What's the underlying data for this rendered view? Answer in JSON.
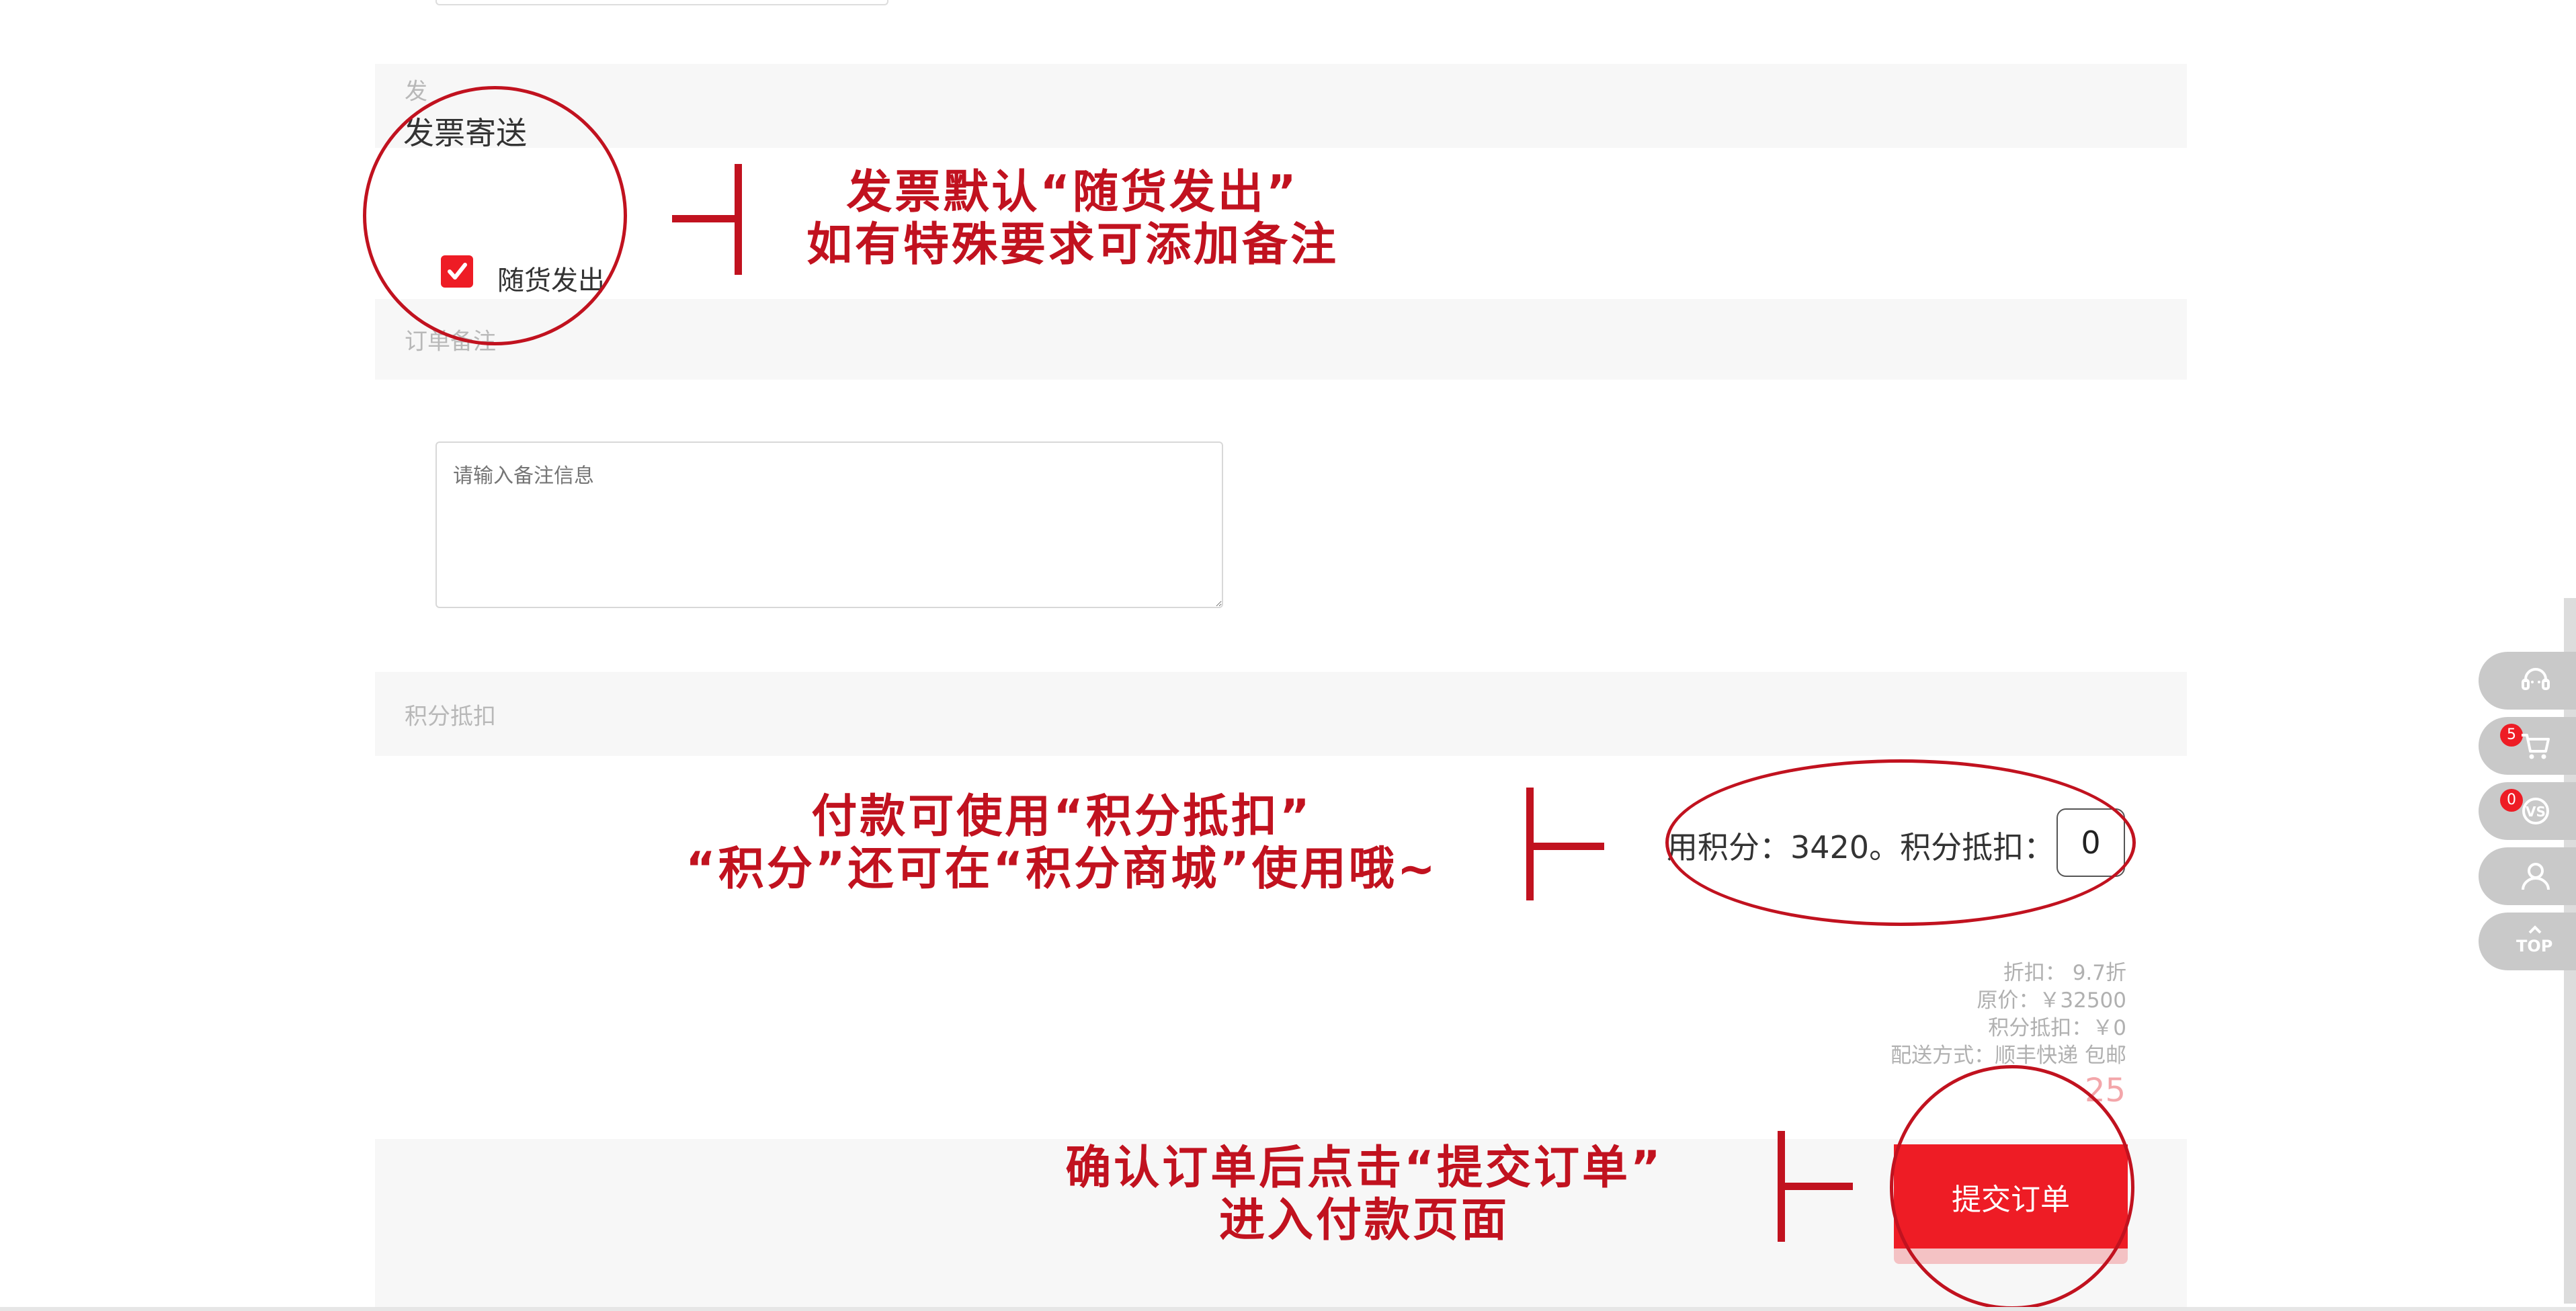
{
  "invoice_delivery": {
    "title": "发票寄送",
    "faded_title": "发",
    "option_label": "随货发出",
    "checked": true
  },
  "order_remark": {
    "title": "订单备注",
    "placeholder": "请输入备注信息"
  },
  "points": {
    "title": "积分抵扣",
    "available_text": "用积分：3420。积分抵扣：",
    "input_value": "0"
  },
  "summary": {
    "discount": "折扣：  9.7折",
    "original_price": "原价：￥32500",
    "points_deduct": "积分抵扣：￥0",
    "shipping": "配送方式：顺丰快递 包邮",
    "total_partial": "25"
  },
  "submit": {
    "label": "提交订单"
  },
  "annotations": {
    "invoice_line1": "发票默认“随货发出”",
    "invoice_line2": "如有特殊要求可添加备注",
    "points_line1": "付款可使用“积分抵扣”",
    "points_line2": "“积分”还可在“积分商城”使用哦~",
    "submit_line1": "确认订单后点击“提交订单”",
    "submit_line2": "进入付款页面"
  },
  "sidebar": {
    "items": [
      {
        "icon": "customer-service-icon",
        "badge": ""
      },
      {
        "icon": "cart-icon",
        "badge": "5"
      },
      {
        "icon": "compare-icon",
        "badge": "0"
      },
      {
        "icon": "user-icon",
        "badge": ""
      },
      {
        "icon": "top-icon",
        "label": "TOP"
      }
    ]
  },
  "colors": {
    "accent": "#ee1c25",
    "annotation": "#c1121f"
  }
}
